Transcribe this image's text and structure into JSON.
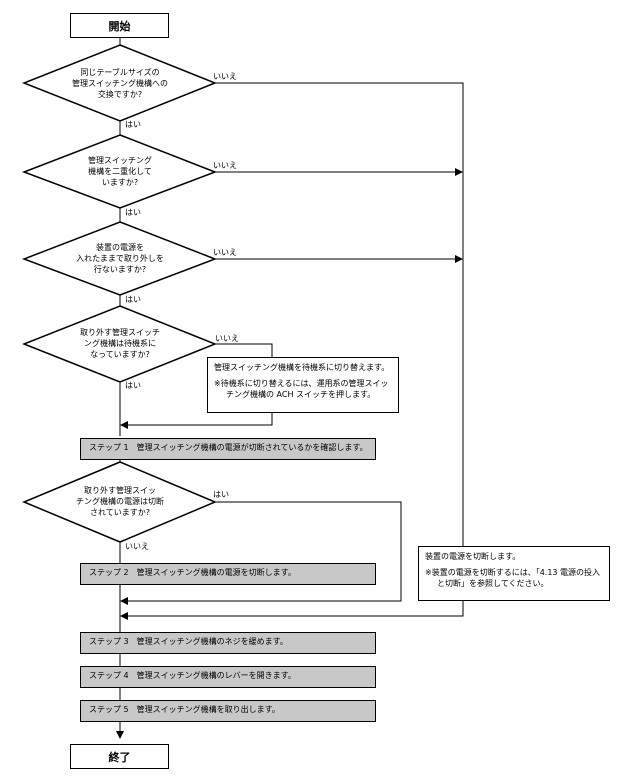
{
  "terminals": {
    "start": "開始",
    "end": "終了"
  },
  "decisions": [
    {
      "lines": [
        "同じテーブルサイズの",
        "管理スイッチング機構への",
        "交換ですか?"
      ],
      "yes": "はい",
      "no": "いいえ"
    },
    {
      "lines": [
        "管理スイッチング",
        "機構を二重化して",
        "いますか?"
      ],
      "yes": "はい",
      "no": "いいえ"
    },
    {
      "lines": [
        "装置の電源を",
        "入れたままで取り外しを",
        "行ないますか?"
      ],
      "yes": "はい",
      "no": "いいえ"
    },
    {
      "lines": [
        "取り外す管理スイッチ",
        "ング機構は待機系に",
        "なっていますか?"
      ],
      "yes": "はい",
      "no": "いいえ"
    },
    {
      "lines": [
        "取り外す管理スイッ",
        "チング機構の電源は切断",
        "されていますか?"
      ],
      "yes": "はい",
      "no": "いいえ"
    }
  ],
  "notes": {
    "switch": {
      "line1": "管理スイッチング機構を待機系に切り替えます。",
      "line2": "※待機系に切り替えるには、運用系の管理スイッ",
      "line3": "チング機構の ACH スイッチを押します。"
    },
    "power": {
      "line1": "装置の電源を切断します。",
      "line2": "※装置の電源を切断するには、「4.13 電源の投入",
      "line3": "と切断」を参照してください。"
    }
  },
  "steps": [
    "ステップ 1　管理スイッチング機構の電源が切断されているかを確認します。",
    "ステップ 2　管理スイッチング機構の電源を切断します。",
    "ステップ 3　管理スイッチング機構のネジを緩めます。",
    "ステップ 4　管理スイッチング機構のレバーを開きます。",
    "ステップ 5　管理スイッチング機構を取り出します。"
  ]
}
